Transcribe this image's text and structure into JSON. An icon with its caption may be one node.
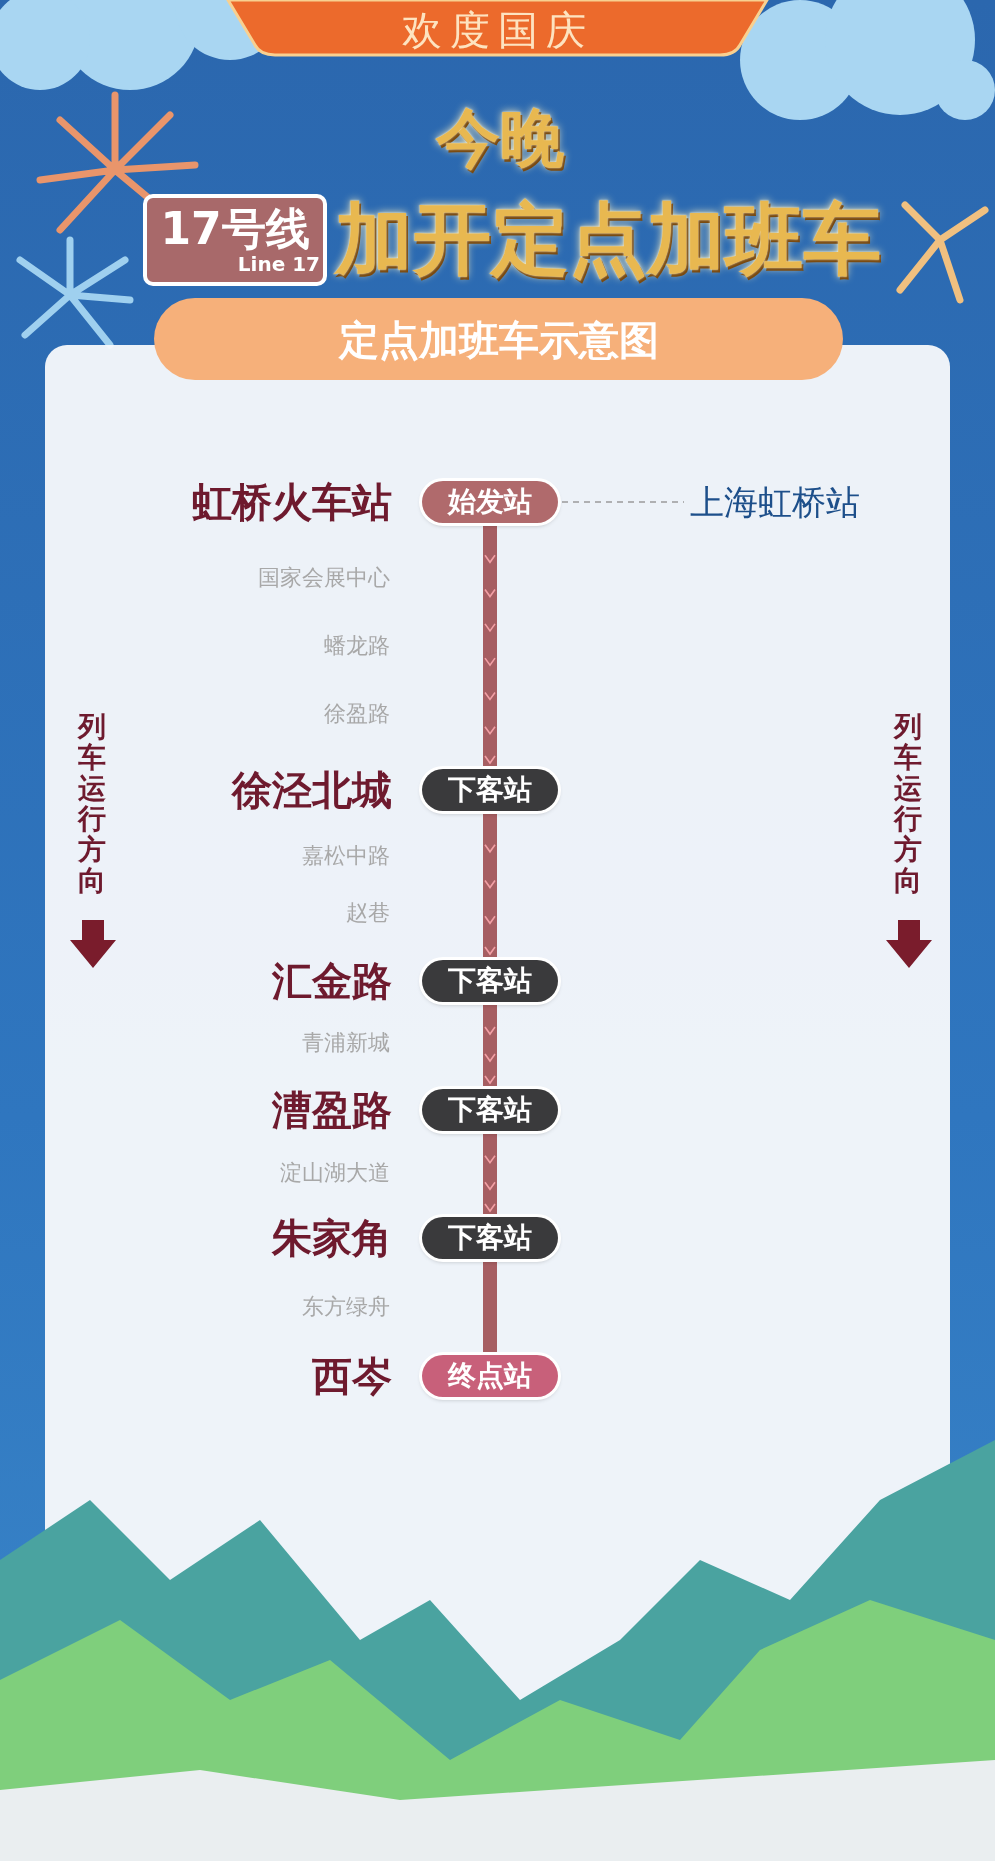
{
  "diagram": {
    "nodes": [
      {
        "text": [
          "虹桥火车站",
          "始发站"
        ]
      },
      {
        "text": [
          "徐泾北城",
          "下客站"
        ]
      },
      {
        "text": [
          "汇金路",
          "下客站"
        ]
      },
      {
        "text": [
          "漕盈路",
          "下客站"
        ]
      },
      {
        "text": [
          "朱家角",
          "下客站"
        ]
      },
      {
        "text": [
          "西岑",
          "终点站"
        ]
      },
      {
        "text": [
          "上海虹桥站"
        ]
      }
    ],
    "edges": [
      {
        "from": 0,
        "to": 1,
        "arrow": "to"
      },
      {
        "from": 1,
        "to": 2,
        "arrow": "to"
      },
      {
        "from": 2,
        "to": 3,
        "arrow": "to"
      },
      {
        "from": 3,
        "to": 4,
        "arrow": "to"
      },
      {
        "from": 4,
        "to": 5,
        "arrow": "none"
      },
      {
        "from": 0,
        "to": 6,
        "arrow": "none",
        "style": "dashed",
        "color": "#9a9a9a"
      }
    ],
    "labels": [
      "欢度国庆",
      "今晚",
      "17号线",
      "Line 17",
      "加开定点加班车",
      "定点加班车示意图",
      "国家会展中心",
      "蟠龙路",
      "徐盈路",
      "列车运行方向",
      "列车运行方向",
      "嘉松中路",
      "赵巷",
      "青浦新城",
      "淀山湖大道",
      "东方绿舟"
    ]
  }
}
